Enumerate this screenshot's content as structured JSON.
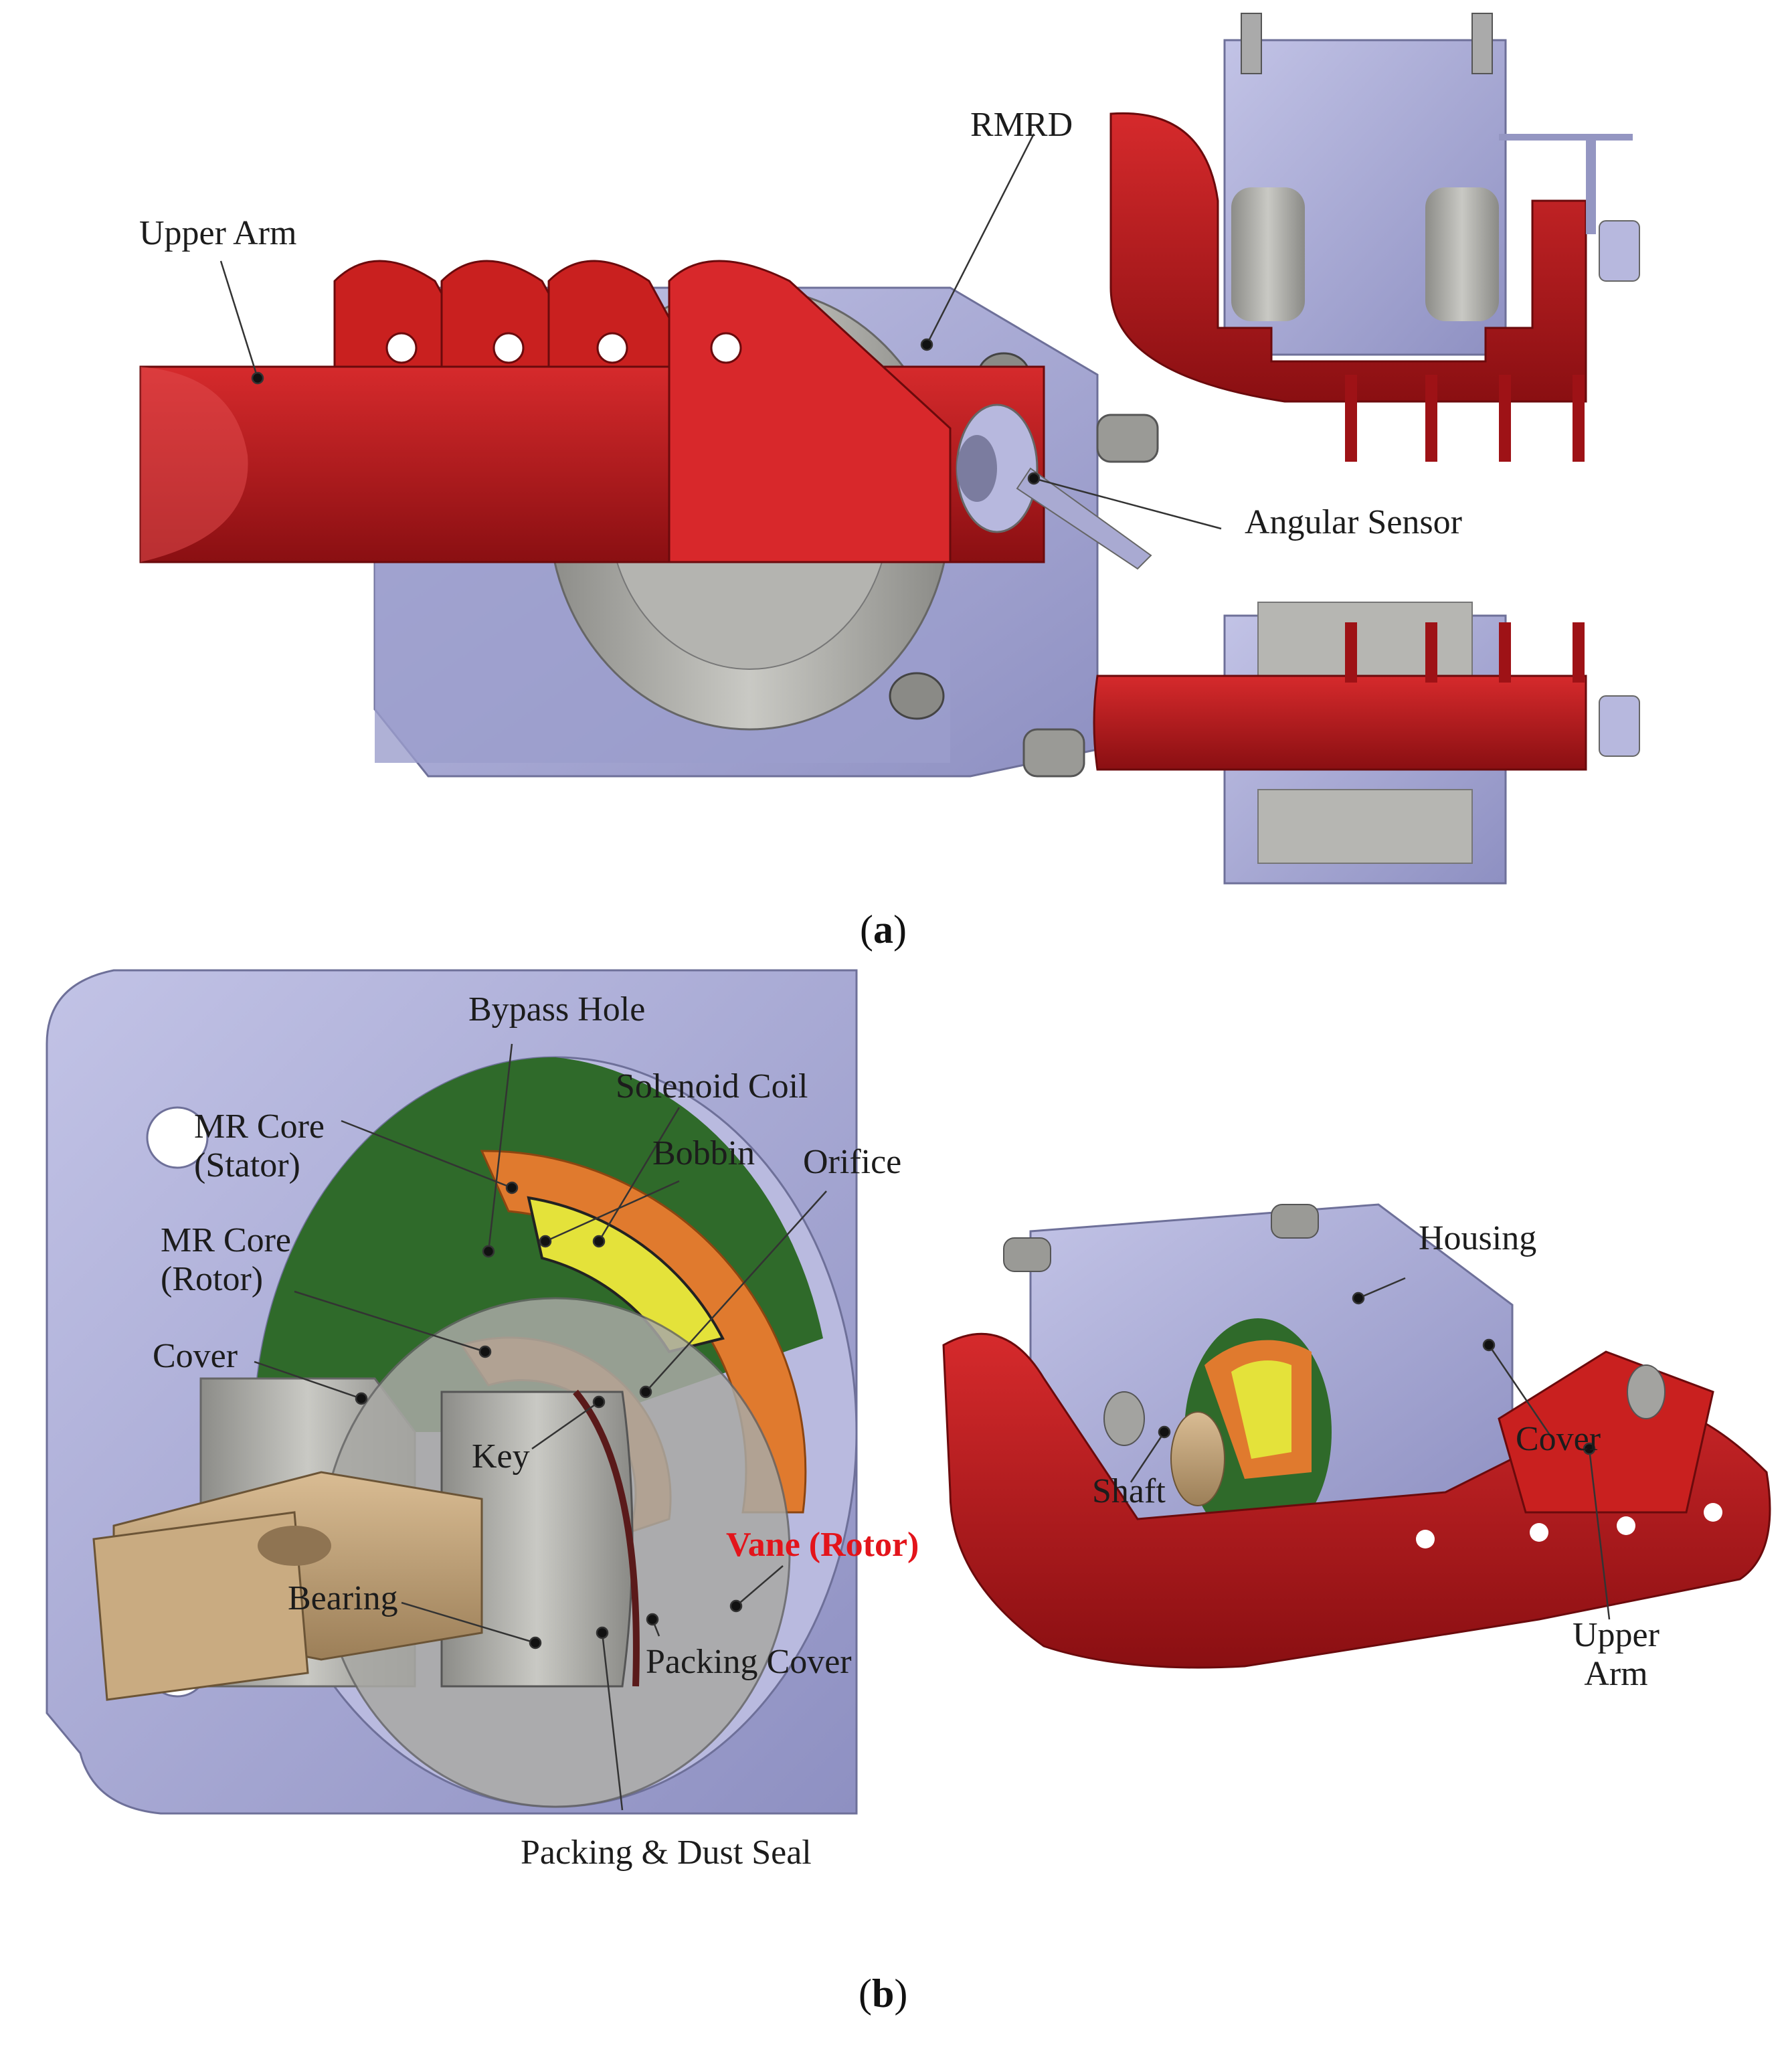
{
  "panel_a": {
    "caption_open": "(",
    "caption_letter": "a",
    "caption_close": ")",
    "labels": {
      "upper_arm": "Upper Arm",
      "rmrd": "RMRD",
      "angular_sensor": "Angular Sensor"
    }
  },
  "panel_b": {
    "caption_open": "(",
    "caption_letter": "b",
    "caption_close": ")",
    "labels": {
      "bypass_hole": "Bypass Hole",
      "solenoid_coil": "Solenoid Coil",
      "mr_core_stator_1": "MR Core",
      "mr_core_stator_2": "(Stator)",
      "bobbin": "Bobbin",
      "orifice": "Orifice",
      "mr_core_rotor_1": "MR Core",
      "mr_core_rotor_2": "(Rotor)",
      "cover_left": "Cover",
      "key": "Key",
      "vane_rotor": "Vane (Rotor)",
      "bearing": "Bearing",
      "packing_cover": "Packing Cover",
      "packing_dust_seal": "Packing & Dust Seal",
      "housing": "Housing",
      "shaft": "Shaft",
      "cover_right": "Cover",
      "upper_arm_1": "Upper",
      "upper_arm_2": "Arm"
    }
  },
  "colors": {
    "arm_red": "#b8161b",
    "housing_lavender": "#a7a9d6",
    "steel_gray": "#a3a3a0",
    "core_orange": "#e07a2e",
    "coil_yellow": "#e4e23a",
    "fluid_green": "#2f6a2a",
    "shaft_tan": "#c8a87e",
    "vane_label_red": "#e3141b"
  }
}
